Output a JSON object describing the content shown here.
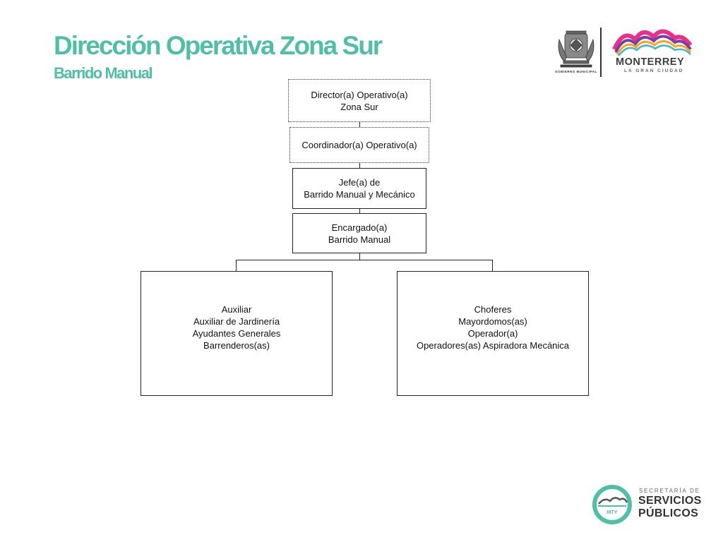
{
  "header": {
    "title": "Dirección Operativa Zona Sur",
    "subtitle": "Barrido Manual"
  },
  "logos": {
    "municipal_caption": "GOBIERNO MUNICIPAL",
    "city_name": "MONTERREY",
    "city_tagline": "LA GRAN CIUDAD",
    "secretaria_prefix": "SECRETARÍA DE",
    "secretaria_line1": "SERVICIOS",
    "secretaria_line2": "PÚBLICOS",
    "secretaria_badge": "MTY"
  },
  "org": {
    "director": [
      "Director(a) Operativo(a)",
      "Zona Sur"
    ],
    "coordinador": [
      "Coordinador(a) Operativo(a)"
    ],
    "jefe": [
      "Jefe(a) de",
      "Barrido Manual y Mecánico"
    ],
    "encargado": [
      "Encargado(a)",
      "Barrido Manual"
    ],
    "left_group": [
      "Auxiliar",
      "Auxiliar de Jardinería",
      "Ayudantes Generales",
      "Barrenderos(as)"
    ],
    "right_group": [
      "Choferes",
      "Mayordomos(as)",
      "Operador(a)",
      "Operadores(as) Aspiradora Mecánica"
    ]
  },
  "colors": {
    "title": "#4fbfa5",
    "accent_teal": "#4fbfa5",
    "line": "#222222"
  }
}
